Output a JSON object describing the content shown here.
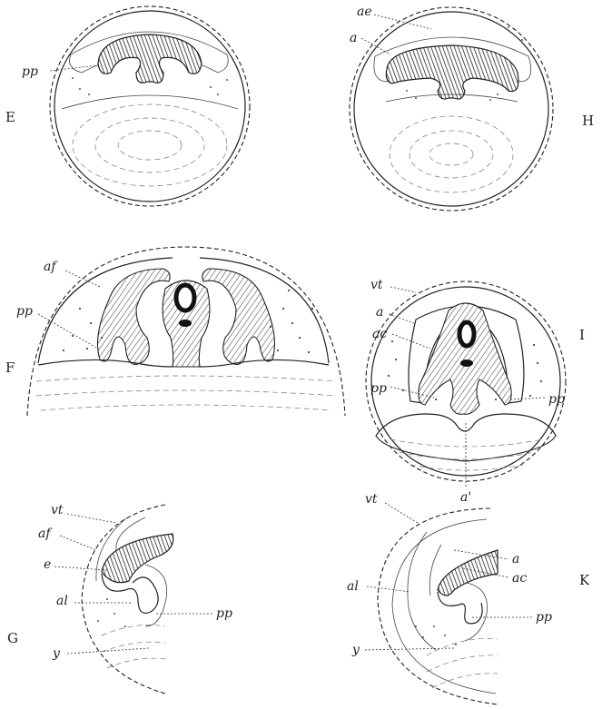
{
  "panels": {
    "E": {
      "letter": "E",
      "labels": {
        "pp": "pp"
      }
    },
    "H": {
      "letter": "H",
      "labels": {
        "ae": "ae",
        "a": "a"
      }
    },
    "F": {
      "letter": "F",
      "labels": {
        "af": "af",
        "pp": "pp"
      }
    },
    "I": {
      "letter": "I",
      "labels": {
        "vt": "vt",
        "a": "a",
        "ac": "ac",
        "pp_left": "pp",
        "pp_right": "pp",
        "a_prime": "a'"
      }
    },
    "G": {
      "letter": "G",
      "labels": {
        "vt": "vt",
        "af": "af",
        "e": "e",
        "al": "al",
        "pp": "pp",
        "y": "y"
      }
    },
    "K": {
      "letter": "K",
      "labels": {
        "vt": "vt",
        "a": "a",
        "ac": "ac",
        "al": "al",
        "pp": "pp",
        "y": "y"
      }
    }
  },
  "colors": {
    "ink": "#222222",
    "paper": "#ffffff"
  }
}
